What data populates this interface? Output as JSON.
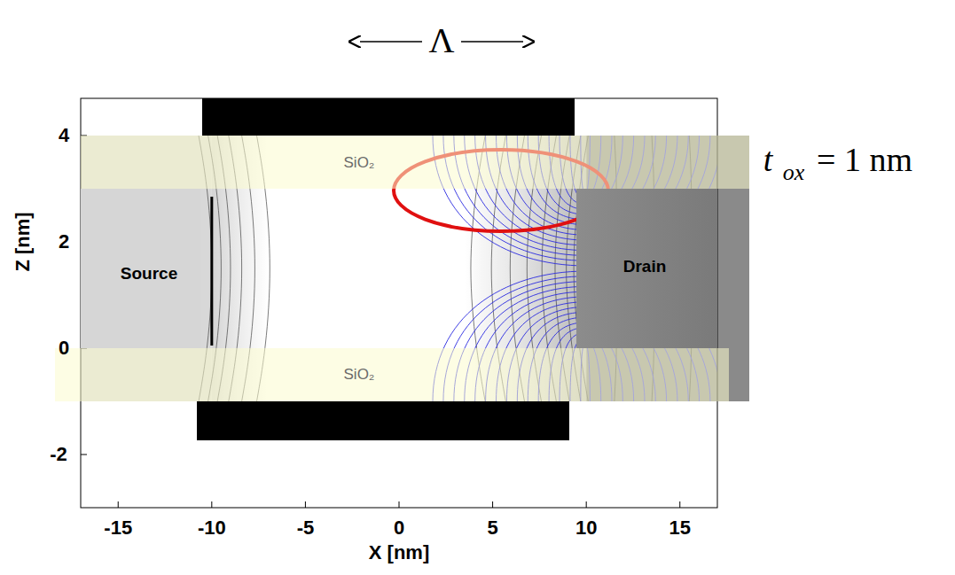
{
  "diagram": {
    "nodes": [
      {
        "text": [
          "SiO₂"
        ]
      },
      {
        "text": [
          "Source"
        ]
      },
      {
        "text": [
          "Drain"
        ]
      },
      {
        "text": [
          "SiO₂"
        ]
      }
    ],
    "labels": [
      "Λ",
      "t",
      "ox",
      "= 1 nm",
      "4",
      "2",
      "0",
      "-2",
      "-15",
      "-10",
      "-5",
      "0",
      "5",
      "10",
      "15",
      "Z [nm]",
      "X [nm]"
    ]
  }
}
